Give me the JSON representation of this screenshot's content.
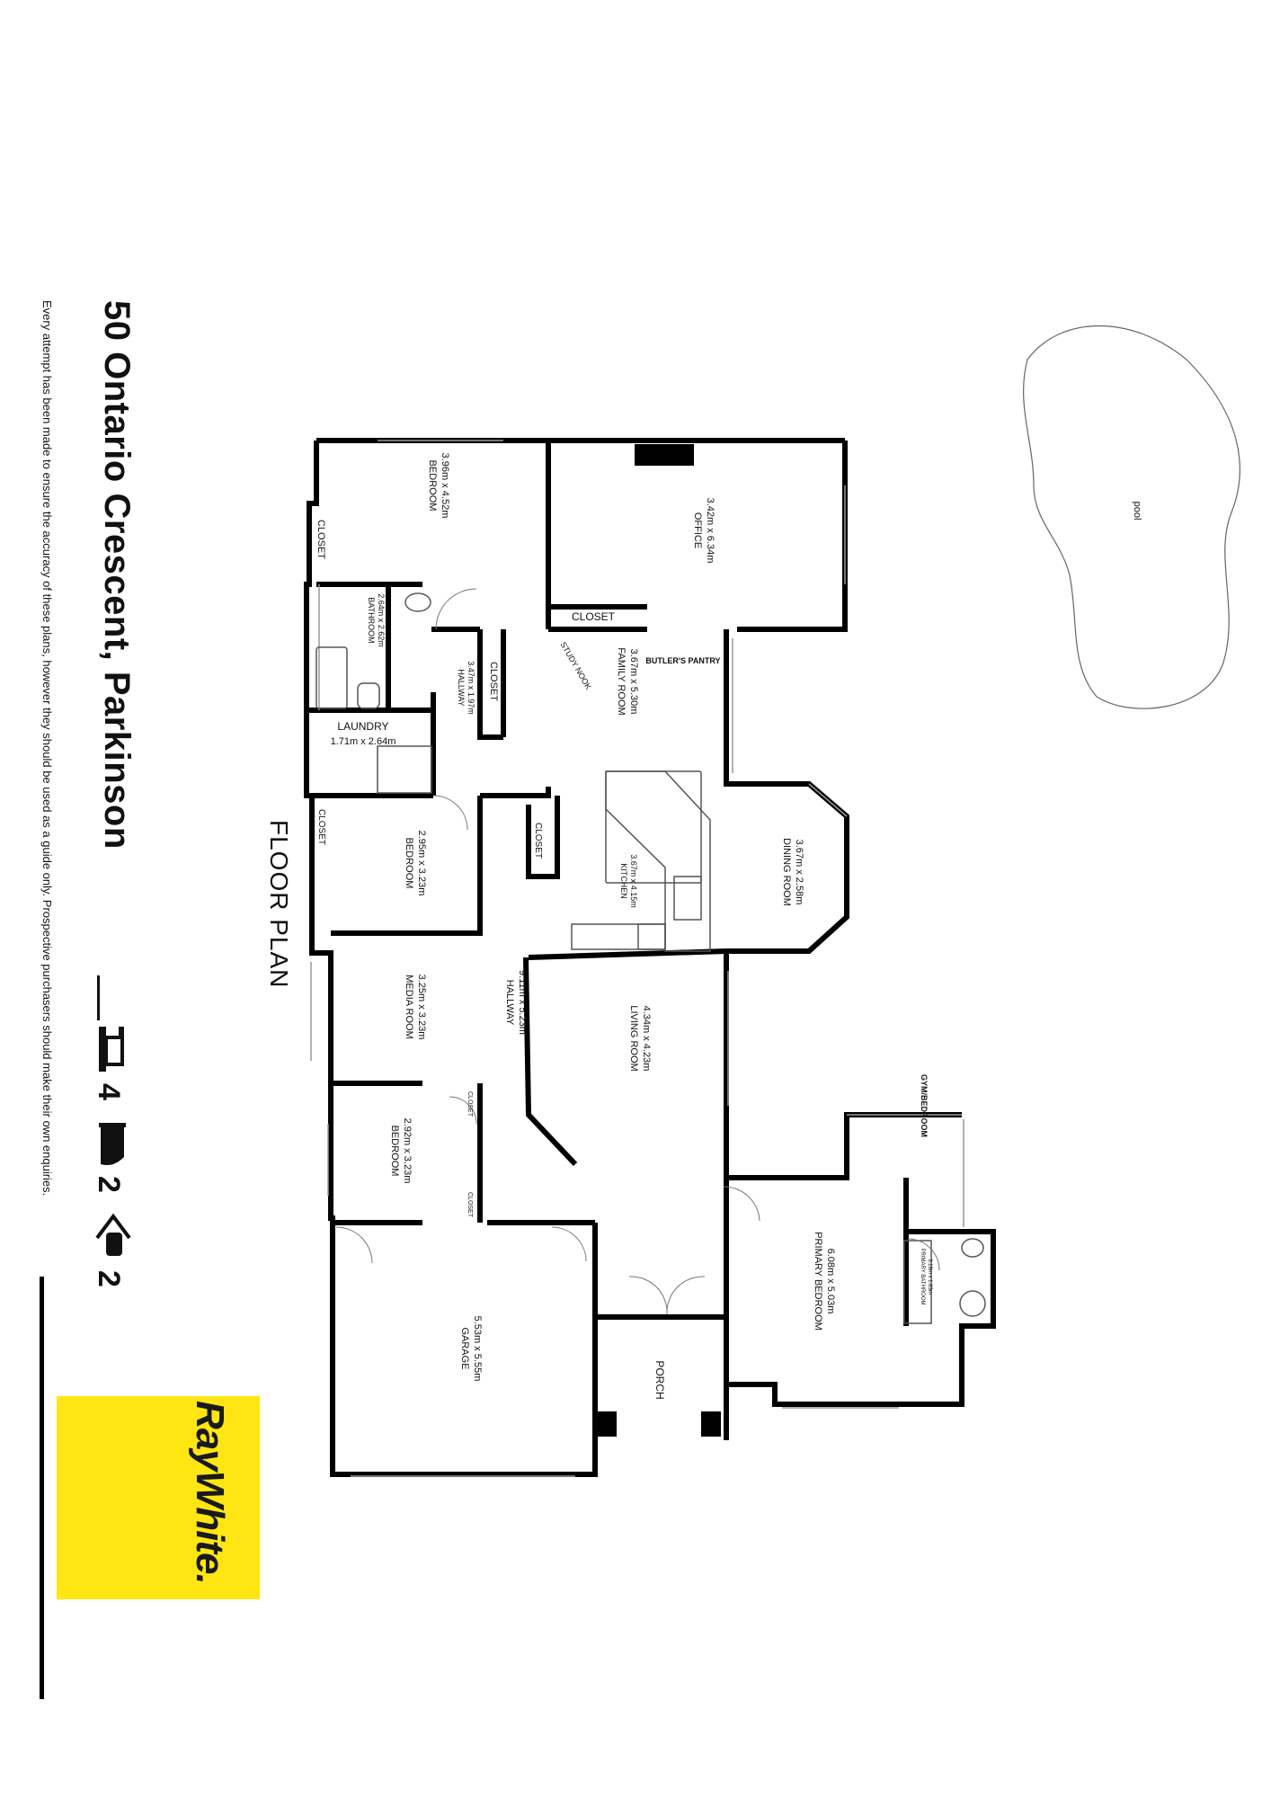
{
  "listing": {
    "address": "50 Ontario Crescent, Parkinson",
    "beds": "4",
    "baths": "2",
    "cars": "2",
    "disclaimer": "Every attempt has been made to ensure the accuracy of these plans, however they should be used as a guide only.  Prospective purchasers should make their own enquiries.",
    "plan_title": "FLOOR PLAN"
  },
  "brand": {
    "logo_text": "RayWhite.",
    "color": "#FFE512"
  },
  "rooms": {
    "bedroom_top": {
      "name": "BEDROOM",
      "dims": "3.96m x 4.52m"
    },
    "office": {
      "name": "OFFICE",
      "dims": "3.42m x 6.34m"
    },
    "closet_top_left": {
      "name": "CLOSET"
    },
    "closet_office": {
      "name": "CLOSET"
    },
    "bathroom": {
      "name": "BATHROOM",
      "dims": "2.64m x 2.62m"
    },
    "study_nook": {
      "name": "STUDY NOOK"
    },
    "butlers_pantry": {
      "name": "BUTLER'S PANTRY"
    },
    "family_room": {
      "name": "FAMILY ROOM",
      "dims": "3.67m x 5.30m"
    },
    "hallway_small": {
      "name": "HALLWAY",
      "dims": "3.47m x 1.97m"
    },
    "closet_hall": {
      "name": "CLOSET"
    },
    "laundry": {
      "name": "LAUNDRY",
      "dims": "1.71m x 2.64m"
    },
    "closet_left": {
      "name": "CLOSET"
    },
    "bedroom_mid": {
      "name": "BEDROOM",
      "dims": "2.95m x 3.23m"
    },
    "closet_kitchen": {
      "name": "CLOSET"
    },
    "kitchen": {
      "name": "KITCHEN",
      "dims": "3.67m x 4.15m"
    },
    "dining": {
      "name": "DINING ROOM",
      "dims": "3.67m x 2.58m"
    },
    "media": {
      "name": "MEDIA ROOM",
      "dims": "3.25m x 3.23m"
    },
    "hallway_long": {
      "name": "HALLWAY",
      "dims": "9.11m x 5.23m"
    },
    "living": {
      "name": "LIVING ROOM",
      "dims": "4.34m x 4.23m"
    },
    "gym": {
      "name": "GYM/BEDROOM"
    },
    "bedroom_low": {
      "name": "BEDROOM",
      "dims": "2.92m x 3.23m"
    },
    "closet_a": {
      "name": "CLOSET"
    },
    "closet_b": {
      "name": "CLOSET"
    },
    "primary_bedroom": {
      "name": "PRIMARY BEDROOM",
      "dims": "6.08m x 5.03m"
    },
    "primary_bath": {
      "name": "PRIMARY BATHROOM",
      "dims": "3.18m x 1.83m"
    },
    "garage": {
      "name": "GARAGE",
      "dims": "5.53m x 5.55m"
    },
    "porch": {
      "name": "PORCH"
    },
    "pool": {
      "name": "pool"
    }
  },
  "colors": {
    "wall": "#000000",
    "fixture": "#777777",
    "outline": "#555555"
  }
}
